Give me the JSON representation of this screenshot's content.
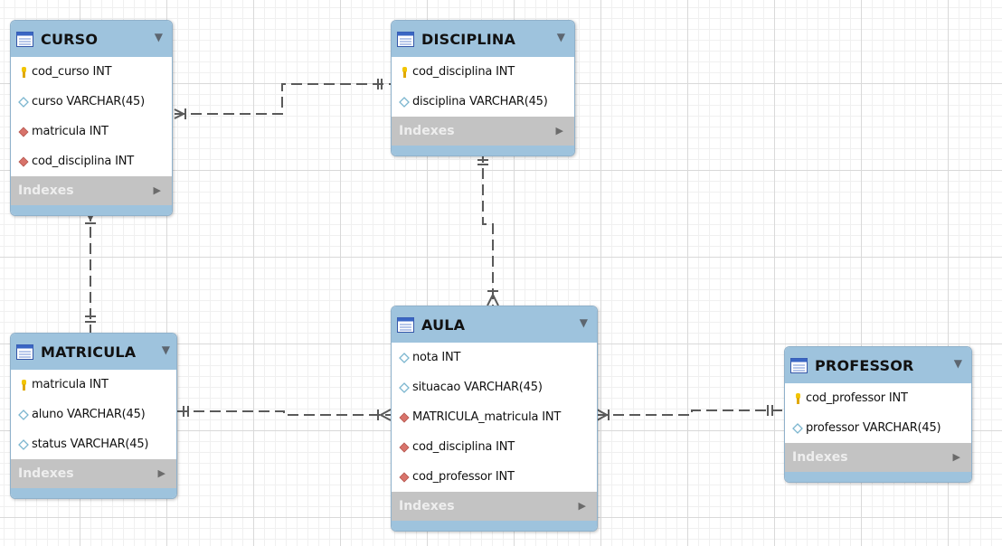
{
  "indexes_label": "Indexes",
  "colors": {
    "header": "#9ec3dd",
    "indexes_bar": "#c3c3c3",
    "connector": "#5a5a5a",
    "pk_icon": "#f2c500",
    "fk_icon": "#d8736b",
    "attr_icon": "#7cb6cf"
  },
  "icons": {
    "table": "table-icon",
    "primary_key": "key-icon",
    "foreign_key": "diamond-filled-icon",
    "attribute": "diamond-outline-icon"
  },
  "entities": [
    {
      "id": "curso",
      "title": "CURSO",
      "columns": [
        {
          "text": "cod_curso INT",
          "kind": "pk"
        },
        {
          "text": "curso VARCHAR(45)",
          "kind": "attr"
        },
        {
          "text": "matricula INT",
          "kind": "fk"
        },
        {
          "text": "cod_disciplina INT",
          "kind": "fk"
        }
      ]
    },
    {
      "id": "disciplina",
      "title": "DISCIPLINA",
      "columns": [
        {
          "text": "cod_disciplina INT",
          "kind": "pk"
        },
        {
          "text": "disciplina VARCHAR(45)",
          "kind": "attr"
        }
      ]
    },
    {
      "id": "matricula",
      "title": "MATRICULA",
      "columns": [
        {
          "text": "matricula INT",
          "kind": "pk"
        },
        {
          "text": "aluno VARCHAR(45)",
          "kind": "attr"
        },
        {
          "text": "status VARCHAR(45)",
          "kind": "attr"
        }
      ]
    },
    {
      "id": "aula",
      "title": "AULA",
      "columns": [
        {
          "text": "nota INT",
          "kind": "attr"
        },
        {
          "text": "situacao VARCHAR(45)",
          "kind": "attr"
        },
        {
          "text": "MATRICULA_matricula INT",
          "kind": "fk"
        },
        {
          "text": "cod_disciplina INT",
          "kind": "fk"
        },
        {
          "text": "cod_professor INT",
          "kind": "fk"
        }
      ]
    },
    {
      "id": "professor",
      "title": "PROFESSOR",
      "columns": [
        {
          "text": "cod_professor INT",
          "kind": "pk"
        },
        {
          "text": "professor VARCHAR(45)",
          "kind": "attr"
        }
      ]
    }
  ],
  "relationships": [
    {
      "from": "CURSO",
      "to": "DISCIPLINA",
      "from_cardinality": "many",
      "to_cardinality": "one"
    },
    {
      "from": "CURSO",
      "to": "MATRICULA",
      "from_cardinality": "many",
      "to_cardinality": "one"
    },
    {
      "from": "AULA",
      "to": "DISCIPLINA",
      "from_cardinality": "many",
      "to_cardinality": "one"
    },
    {
      "from": "AULA",
      "to": "MATRICULA",
      "from_cardinality": "many",
      "to_cardinality": "one"
    },
    {
      "from": "AULA",
      "to": "PROFESSOR",
      "from_cardinality": "many",
      "to_cardinality": "one"
    }
  ]
}
